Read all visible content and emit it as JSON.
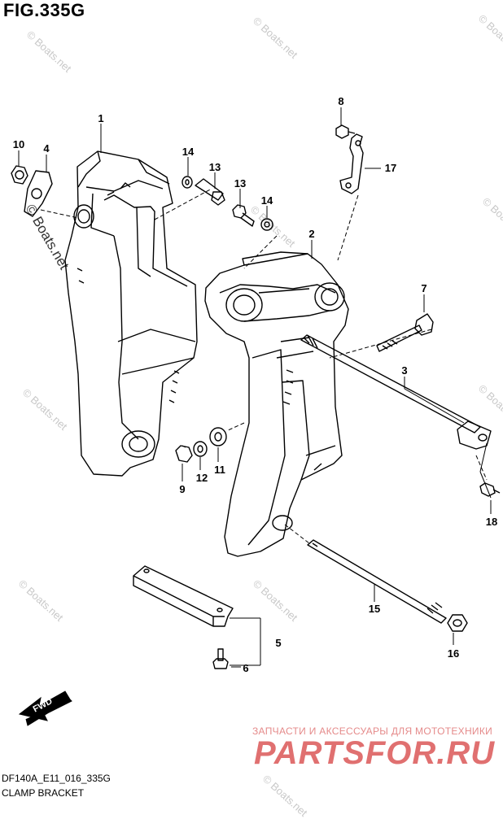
{
  "header": {
    "figure": "FIG.335G"
  },
  "footer": {
    "code": "DF140A_E11_016_335G",
    "caption": "CLAMP BRACKET"
  },
  "watermark": {
    "text": "© Boats.net"
  },
  "promo": {
    "tagline": "ЗАПЧАСТИ И АКСЕССУАРЫ ДЛЯ МОТОТЕХНИКИ",
    "logo": "PARTSFOR.RU"
  },
  "direction_tag": {
    "label": "FWD"
  },
  "callouts": [
    "1",
    "2",
    "3",
    "4",
    "5",
    "6",
    "7",
    "8",
    "9",
    "10",
    "11",
    "12",
    "13",
    "13",
    "14",
    "14",
    "15",
    "16",
    "17",
    "18"
  ],
  "colors": {
    "line": "#000000",
    "watermark": "#c8c8c8",
    "promo": "#e07070"
  }
}
